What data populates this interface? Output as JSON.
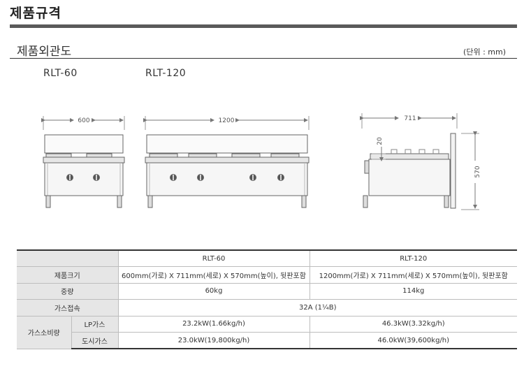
{
  "header": {
    "title": "제품규격"
  },
  "section": {
    "title": "제품외관도",
    "unit": "(단위 : mm)"
  },
  "drawings": {
    "left_model": "RLT-60",
    "right_model": "RLT-120",
    "width_60": "600",
    "width_120": "1200",
    "depth": "711",
    "backsplash": "20",
    "height": "570"
  },
  "table": {
    "header_models": [
      "RLT-60",
      "RLT-120"
    ],
    "rows": {
      "size": {
        "label": "제품크기",
        "values": [
          "600mm(가로) X 711mm(세로) X 570mm(높이), 뒷판포함",
          "1200mm(가로) X 711mm(세로) X 570mm(높이), 뒷판포함"
        ]
      },
      "weight": {
        "label": "중량",
        "values": [
          "60kg",
          "114kg"
        ]
      },
      "gas_conn": {
        "label": "가스접속",
        "value": "32A (1¼B)"
      },
      "consumption": {
        "label": "가스소비량",
        "lp": {
          "label": "LP가스",
          "values": [
            "23.2kW(1.66kg/h)",
            "46.3kW(3.32kg/h)"
          ]
        },
        "city": {
          "label": "도시가스",
          "values": [
            "23.0kW(19,800kg/h)",
            "46.0kW(39,600kg/h)"
          ]
        }
      }
    }
  }
}
